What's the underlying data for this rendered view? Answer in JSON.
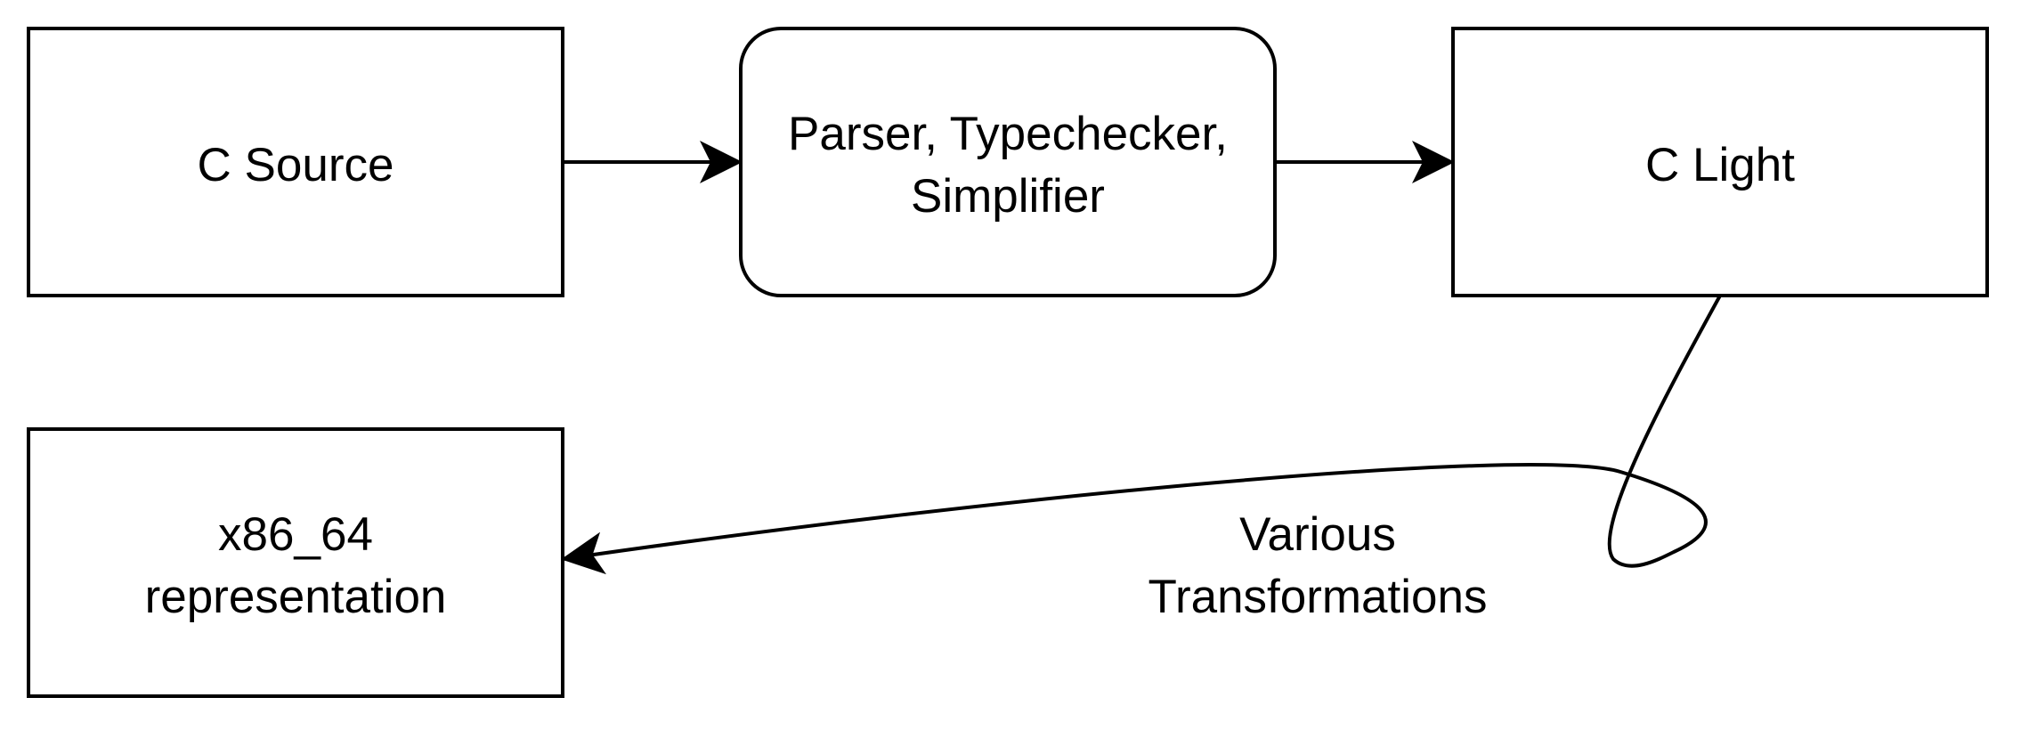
{
  "diagram": {
    "nodes": {
      "c_source": {
        "label": "C Source"
      },
      "parser": {
        "line1": "Parser, Typechecker,",
        "line2": "Simplifier"
      },
      "c_light": {
        "label": "C Light"
      },
      "x86": {
        "line1": "x86_64",
        "line2": "representation"
      }
    },
    "edges": {
      "transformations": {
        "line1": "Various",
        "line2": "Transformations"
      }
    },
    "colors": {
      "stroke": "#000000",
      "fill": "#ffffff",
      "text": "#000000"
    }
  }
}
